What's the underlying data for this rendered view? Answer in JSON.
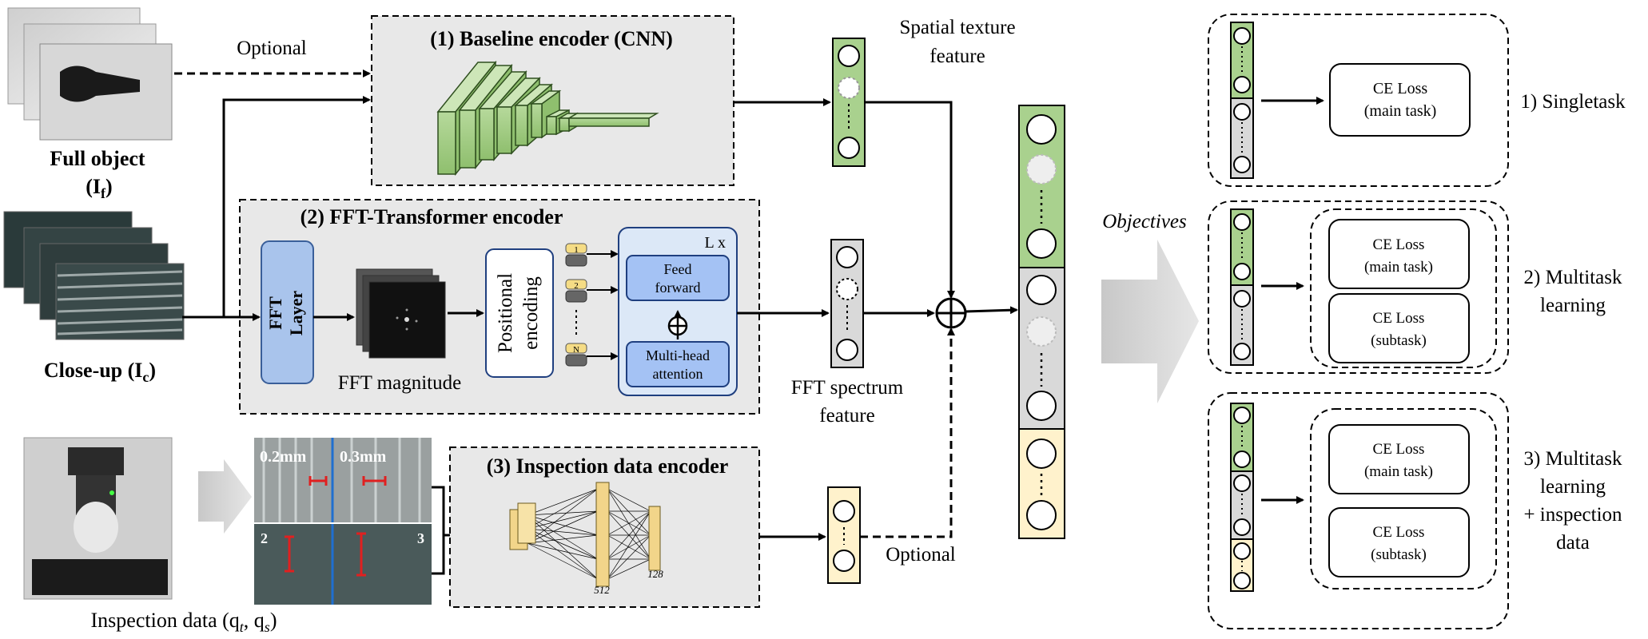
{
  "inputs": {
    "full_object": "Full object",
    "full_object_symbol": "(I",
    "full_object_sub": "f",
    "close_up": "Close-up (I",
    "close_up_sub": "c",
    "close_bracket": ")",
    "optional": "Optional",
    "inspection_data": "Inspection data (q",
    "inspection_sub_t": "t",
    "inspection_sep": ", q",
    "inspection_sub_s": "s"
  },
  "encoders": {
    "baseline": "(1) Baseline encoder (CNN)",
    "fft_transformer": "(2) FFT-Transformer encoder",
    "inspection": "(3) Inspection data encoder"
  },
  "fft": {
    "layer_line1": "FFT",
    "layer_line2": "Layer",
    "magnitude": "FFT magnitude",
    "positional_line1": "Positional",
    "positional_line2": "encoding",
    "tokens": [
      "1",
      "2",
      "N"
    ],
    "lx": "L x",
    "feed_forward_line1": "Feed",
    "feed_forward_line2": "forward",
    "mha_line1": "Multi-head",
    "mha_line2": "attention"
  },
  "inspection_images": {
    "label_a": "0.2mm",
    "label_b": "0.3mm",
    "label_2": "2",
    "label_3": "3",
    "mlp_512": "512",
    "mlp_128": "128"
  },
  "features": {
    "spatial_line1": "Spatial texture",
    "spatial_line2": "feature",
    "fft_line1": "FFT spectrum",
    "fft_line2": "feature",
    "optional2": "Optional"
  },
  "objectives": {
    "title": "Objectives",
    "items": [
      {
        "label_lines": [
          "1) Singletask"
        ],
        "losses": [
          {
            "line1": "CE Loss",
            "line2": "(main task)"
          }
        ]
      },
      {
        "label_lines": [
          "2) Multitask",
          "learning"
        ],
        "losses": [
          {
            "line1": "CE Loss",
            "line2": "(main task)"
          },
          {
            "line1": "CE Loss",
            "line2": "(subtask)"
          }
        ]
      },
      {
        "label_lines": [
          "3) Multitask",
          "learning",
          "+ inspection",
          "data"
        ],
        "losses": [
          {
            "line1": "CE Loss",
            "line2": "(main task)"
          },
          {
            "line1": "CE Loss",
            "line2": "(subtask)"
          }
        ]
      }
    ]
  },
  "colors": {
    "green": "#a9d18e",
    "gray": "#d9d9d9",
    "yellow": "#fff2cc",
    "blue": "#a4c2f4",
    "panel": "#e8e8e8"
  }
}
